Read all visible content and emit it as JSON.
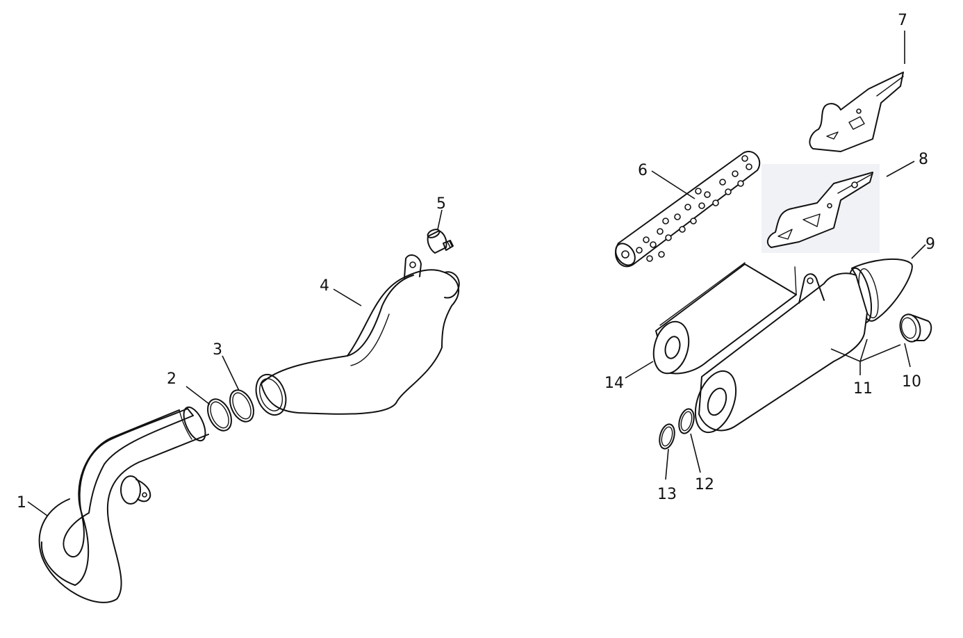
{
  "diagram": {
    "type": "exploded-parts-diagram",
    "callouts": [
      {
        "id": "c1",
        "text": "1"
      },
      {
        "id": "c2",
        "text": "2"
      },
      {
        "id": "c3",
        "text": "3"
      },
      {
        "id": "c4",
        "text": "4"
      },
      {
        "id": "c5",
        "text": "5"
      },
      {
        "id": "c6",
        "text": "6"
      },
      {
        "id": "c7",
        "text": "7"
      },
      {
        "id": "c8",
        "text": "8"
      },
      {
        "id": "c9",
        "text": "9"
      },
      {
        "id": "c10",
        "text": "10"
      },
      {
        "id": "c11",
        "text": "11"
      },
      {
        "id": "c12",
        "text": "12"
      },
      {
        "id": "c13",
        "text": "13"
      },
      {
        "id": "c14",
        "text": "14"
      }
    ]
  },
  "colors": {
    "line": "#111111",
    "background": "#ffffff",
    "highlight": "#f1f2f6"
  }
}
